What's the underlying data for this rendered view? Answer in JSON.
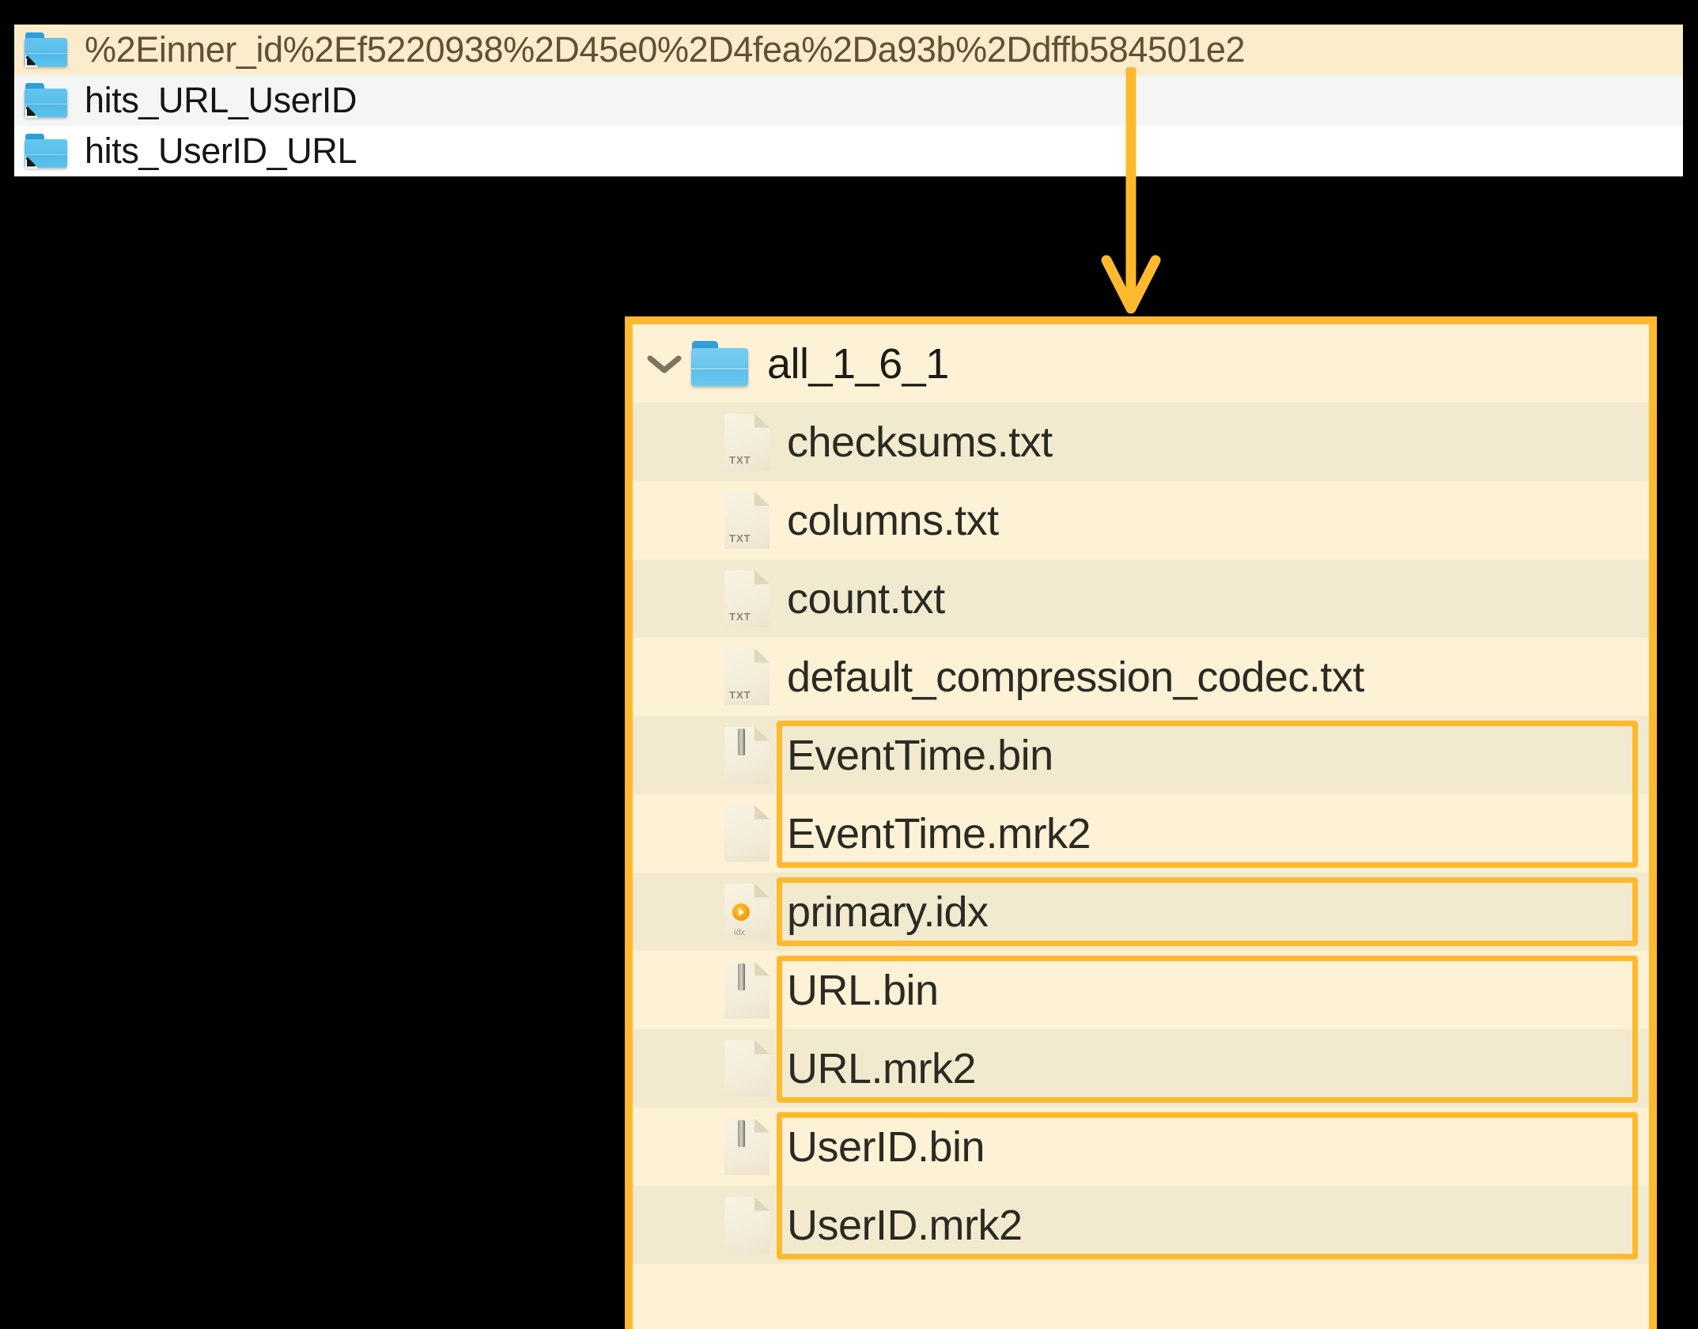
{
  "symlink_list": {
    "name": "symlink-folder-list",
    "rows": [
      {
        "label": "%2Einner_id%2Ef5220938%2D45e0%2D4fea%2Da93b%2Ddffb584501e2",
        "icon": "symlink-folder-icon",
        "state": "selected"
      },
      {
        "label": "hits_URL_UserID",
        "icon": "symlink-folder-icon",
        "state": "alt"
      },
      {
        "label": "hits_UserID_URL",
        "icon": "symlink-folder-icon",
        "state": "plain"
      }
    ]
  },
  "callout": {
    "name": "down-arrow-annotation",
    "color": "#ffb92e"
  },
  "detail_panel": {
    "name": "part-directory-listing",
    "border_color": "#ffb92e",
    "background": "#fdf1d6",
    "rows": [
      {
        "label": "all_1_6_1",
        "icon": "folder-icon",
        "kind": "folder",
        "twisty": "chevron-down-icon",
        "shade": false,
        "highlight": "none"
      },
      {
        "label": "checksums.txt",
        "icon": "txt-file-icon",
        "kind": "txt",
        "shade": true,
        "highlight": "none"
      },
      {
        "label": "columns.txt",
        "icon": "txt-file-icon",
        "kind": "txt",
        "shade": false,
        "highlight": "none"
      },
      {
        "label": "count.txt",
        "icon": "txt-file-icon",
        "kind": "txt",
        "shade": true,
        "highlight": "none"
      },
      {
        "label": "default_compression_codec.txt",
        "icon": "txt-file-icon",
        "kind": "txt",
        "shade": false,
        "highlight": "none"
      },
      {
        "label": "EventTime.bin",
        "icon": "bin-file-icon",
        "kind": "bin",
        "shade": true,
        "highlight": "start"
      },
      {
        "label": "EventTime.mrk2",
        "icon": "blank-file-icon",
        "kind": "mrk",
        "shade": false,
        "highlight": "end"
      },
      {
        "label": "primary.idx",
        "icon": "idx-file-icon",
        "kind": "idx",
        "shade": true,
        "highlight": "single"
      },
      {
        "label": "URL.bin",
        "icon": "bin-file-icon",
        "kind": "bin",
        "shade": false,
        "highlight": "start"
      },
      {
        "label": "URL.mrk2",
        "icon": "blank-file-icon",
        "kind": "mrk",
        "shade": true,
        "highlight": "end"
      },
      {
        "label": "UserID.bin",
        "icon": "bin-file-icon",
        "kind": "bin",
        "shade": false,
        "highlight": "start"
      },
      {
        "label": "UserID.mrk2",
        "icon": "blank-file-icon",
        "kind": "mrk",
        "shade": true,
        "highlight": "end"
      }
    ],
    "icon_tags": {
      "txt": "TXT",
      "idx": "idx"
    }
  }
}
